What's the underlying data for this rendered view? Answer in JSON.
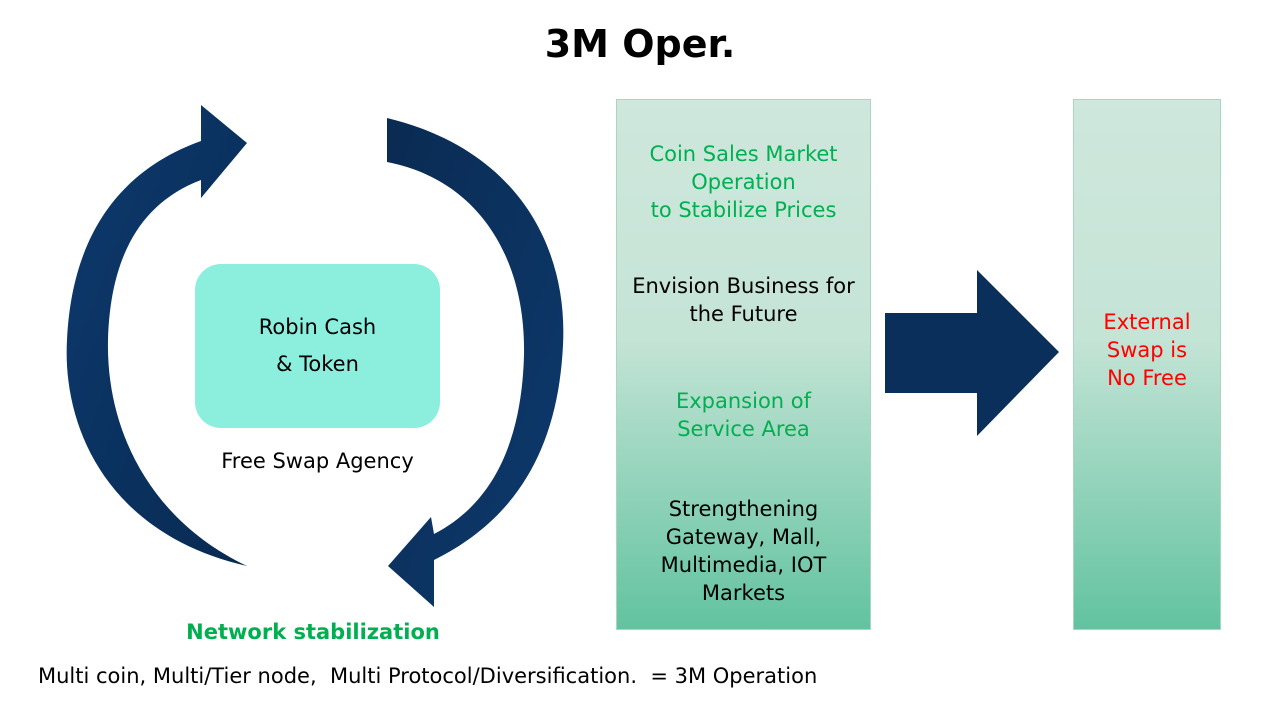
{
  "title": "3M Oper.",
  "cycle": {
    "center_line1": "Robin Cash",
    "center_line2": "& Token",
    "caption": "Free Swap Agency",
    "bottom_label": "Network stabilization"
  },
  "operations": [
    {
      "text": "Coin Sales Market\nOperation\nto Stabilize Prices",
      "color": "green"
    },
    {
      "text": "Envision Business for\nthe Future",
      "color": "black"
    },
    {
      "text": "Expansion of\nService Area",
      "color": "green"
    },
    {
      "text": "Strengthening\nGateway, Mall,\nMultimedia, IOT\nMarkets",
      "color": "black"
    }
  ],
  "external": {
    "text": "External\nSwap is\nNo Free"
  },
  "footer": "Multi coin, Multi/Tier node,  Multi Protocol/Diversification.  = 3M Operation",
  "colors": {
    "arrow": "#0b2f5b",
    "center_box": "#8ceedd",
    "green_text": "#00b050",
    "red_text": "#ff0000"
  }
}
